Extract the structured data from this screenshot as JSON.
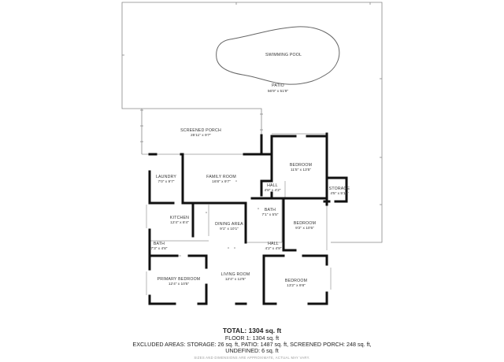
{
  "rooms": {
    "pool": {
      "name": "SWIMMING POOL",
      "dim": ""
    },
    "patio": {
      "name": "PATIO",
      "dim": "56'9\" x 51'9\""
    },
    "screened_porch": {
      "name": "SCREENED PORCH",
      "dim": "25'11\" x 9'7\""
    },
    "laundry": {
      "name": "LAUNDRY",
      "dim": "7'0\" x 9'7\""
    },
    "family_room": {
      "name": "FAMILY ROOM",
      "dim": "16'8\" x 9'7\""
    },
    "bedroom_ne": {
      "name": "BEDROOM",
      "dim": "11'5\" x 13'5\""
    },
    "hall_upper": {
      "name": "HALL",
      "dim": "4'8\" x 4'2\""
    },
    "storage": {
      "name": "STORAGE",
      "dim": "4'5\" x 5'11\""
    },
    "kitchen": {
      "name": "KITCHEN",
      "dim": "12'4\" x 8'4\""
    },
    "dining": {
      "name": "DINING AREA",
      "dim": "9'1\" x 10'1\""
    },
    "bath_center": {
      "name": "BATH",
      "dim": "7'1\" x 5'5\""
    },
    "bedroom_e": {
      "name": "BEDROOM",
      "dim": "9'2\" x 10'5\""
    },
    "bath_w": {
      "name": "BATH",
      "dim": "7'3\" x 4'8\""
    },
    "hall_lower": {
      "name": "HALL",
      "dim": "4'2\" x 4'9\""
    },
    "primary_bedroom": {
      "name": "PRIMARY BEDROOM",
      "dim": "12'4\" x 10'5\""
    },
    "living_room": {
      "name": "LIVING ROOM",
      "dim": "12'4\" x 12'5\""
    },
    "bedroom_se": {
      "name": "BEDROOM",
      "dim": "13'2\" x 9'8\""
    }
  },
  "summary": {
    "total": "TOTAL: 1304 sq. ft",
    "floor": "FLOOR 1: 1304 sq. ft",
    "excluded": "EXCLUDED AREAS: STORAGE: 26 sq. ft, PATIO: 1487 sq. ft, SCREENED PORCH: 248 sq. ft,",
    "undefined": "UNDEFINED: 6 sq. ft",
    "disclaimer": "SIZES AND DIMENSIONS ARE APPROXIMATE, ACTUAL MAY VARY."
  },
  "colors": {
    "wall": "#111111",
    "thin_line": "#888888",
    "background": "#ffffff"
  }
}
